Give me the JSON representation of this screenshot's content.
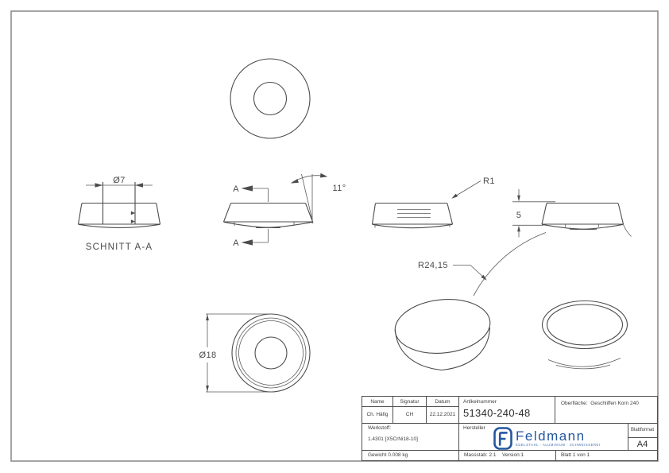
{
  "drawing": {
    "section_label": "SCHNITT A-A",
    "section_arrow_letter": "A",
    "dims": {
      "hole_diameter": "Ø7",
      "cone_angle": "11°",
      "edge_radius": "R1",
      "height": "5",
      "sphere_radius": "R24,15",
      "outer_diameter": "Ø18"
    }
  },
  "title_block": {
    "headers": {
      "name": "Name",
      "signatur": "Signatur",
      "datum": "Datum",
      "artikelnummer": "Artikelnummer",
      "oberflaeche_label": "Oberfläche:",
      "oberflaeche_value": "Geschliffen Korn 240",
      "werkstoff": "Werkstoff:",
      "hersteller": "Hersteller",
      "blattformat": "Blattformat"
    },
    "values": {
      "name": "Ch. Häfig",
      "signatur": "CH",
      "datum": "22.12.2021",
      "artikelnummer": "51340-240-48",
      "werkstoff": "1.4301 [X5CrNi18-10]",
      "blattformat": "A4",
      "gewicht": "Gewicht 0.008 kg",
      "massstab": "Massstab: 2:1",
      "version": "Version:1",
      "blatt": "Blatt 1 von 1"
    },
    "logo": {
      "name": "Feldmann",
      "tagline": "EDELSTAHL · ALUMINIUM · SCHWEISSEREI"
    }
  },
  "colors": {
    "line": "#4c4c4c",
    "frame": "#8d8d8d",
    "logo_blue": "#2456a0"
  }
}
